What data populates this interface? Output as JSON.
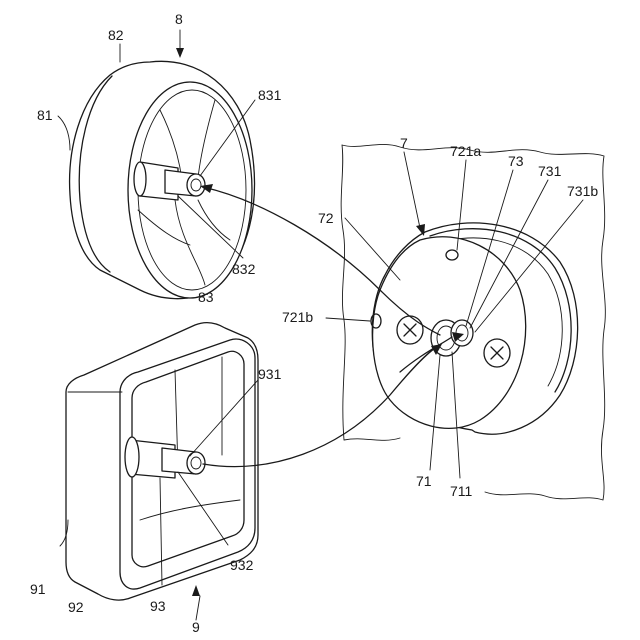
{
  "labels": {
    "l8": "8",
    "l82": "82",
    "l81": "81",
    "l831": "831",
    "l832": "832",
    "l83": "83",
    "l7": "7",
    "l721a": "721a",
    "l73": "73",
    "l731": "731",
    "l731b": "731b",
    "l72": "72",
    "l721b": "721b",
    "l71": "71",
    "l711": "711",
    "l931": "931",
    "l932": "932",
    "l91": "91",
    "l92": "92",
    "l93": "93",
    "l9": "9"
  }
}
